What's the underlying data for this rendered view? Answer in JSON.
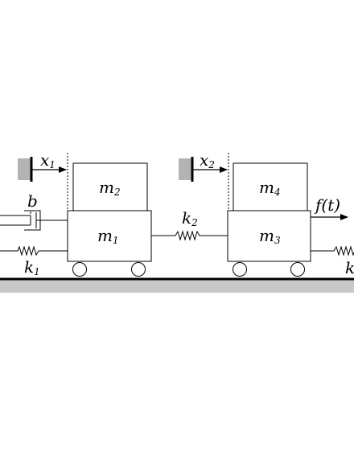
{
  "labels": {
    "m1": "m",
    "m1_sub": "1",
    "m2": "m",
    "m2_sub": "2",
    "m3": "m",
    "m3_sub": "3",
    "m4": "m",
    "m4_sub": "4",
    "x1": "x",
    "x1_sub": "1",
    "x2": "x",
    "x2_sub": "2",
    "b": "b",
    "k1": "k",
    "k1_sub": "1",
    "k2": "k",
    "k2_sub": "2",
    "k3": "k",
    "force": "f(t)"
  },
  "colors": {
    "line": "#000000",
    "ground": "#c8c8c8",
    "wall": "#b3b3b3",
    "background": "#ffffff"
  }
}
